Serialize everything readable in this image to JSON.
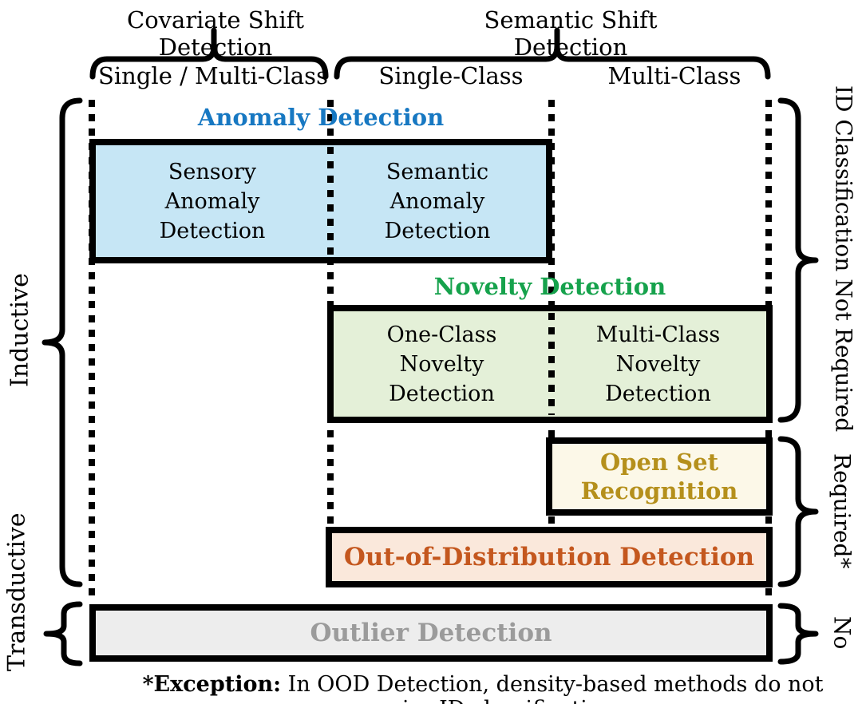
{
  "colors": {
    "anomaly_header_text": "#1778C2",
    "anomaly_fill": "#C6E6F5",
    "novelty_header_text": "#16A24C",
    "novelty_fill": "#E4F0D8",
    "osr_text": "#B5901C",
    "osr_fill": "#FCF8E8",
    "ood_text": "#C4571E",
    "ood_fill": "#FAE8DB",
    "outlier_text": "#9B9B9B",
    "outlier_fill": "#EDEDED",
    "line_color": "#000000"
  },
  "top_labels": {
    "covariate": "Covariate Shift Detection",
    "semantic": "Semantic Shift Detection"
  },
  "columns": {
    "single_multi": "Single / Multi-Class",
    "single": "Single-Class",
    "multi": "Multi-Class"
  },
  "side_left": {
    "inductive": "Inductive",
    "transductive": "Transductive"
  },
  "side_right": {
    "id_not_required": "ID Classification Not Required",
    "required": "Required*",
    "no": "No"
  },
  "anomaly": {
    "header": "Anomaly Detection",
    "sensory": "Sensory\nAnomaly\nDetection",
    "semantic": "Semantic\nAnomaly\nDetection"
  },
  "novelty": {
    "header": "Novelty Detection",
    "one_class": "One-Class\nNovelty\nDetection",
    "multi_class": "Multi-Class\nNovelty\nDetection"
  },
  "osr": {
    "label": "Open Set\nRecognition"
  },
  "ood": {
    "label": "Out-of-Distribution Detection"
  },
  "outlier": {
    "label": "Outlier Detection"
  },
  "footnote": {
    "prefix": "*Exception:",
    "text": " In OOD Detection, density-based methods do not require ID classification"
  }
}
